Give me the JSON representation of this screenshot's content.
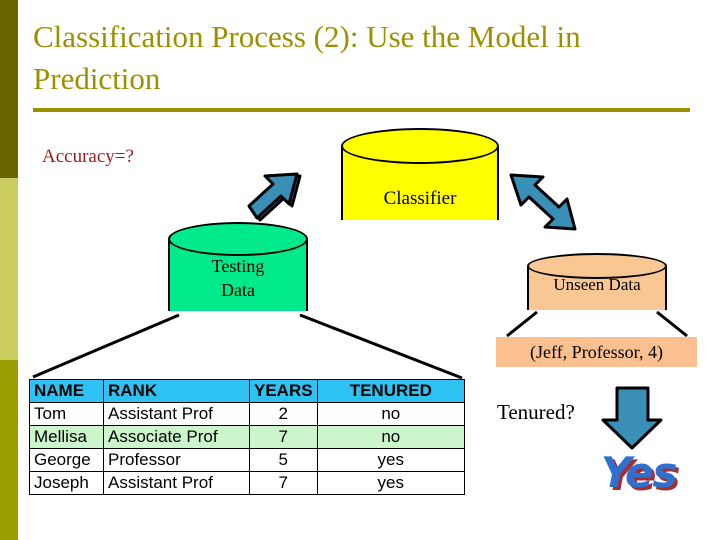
{
  "slide": {
    "title": "Classification Process (2): Use the Model in Prediction",
    "accuracy_label": "Accuracy=?",
    "tenured_question": "Tenured?",
    "answer_wordart": "Yes",
    "tuple_box": "(Jeff, Professor, 4)"
  },
  "shapes": {
    "classifier": {
      "label": "Classifier",
      "color": "#ffff00"
    },
    "testing_data": {
      "label_line1": "Testing",
      "label_line2": "Data",
      "color": "#00e98b"
    },
    "unseen_data": {
      "label": "Unseen Data",
      "color": "#f9c794"
    },
    "arrow_color": "#3a8fb7",
    "down_arrow_color": "#3a8fb7"
  },
  "colors": {
    "title_olive": "#9a9100",
    "accuracy_red": "#9e1b1b",
    "sidebar_dark": "#6b6200",
    "sidebar_light": "#cbcc5f",
    "sidebar_olive": "#9a9c00",
    "table_header_cyan": "#2ec2f3",
    "table_highlight_green": "#ccf5cc",
    "tuple_box_peach": "#fac08f",
    "yes_blue": "#2f6fd0",
    "yes_shadow_red": "#a23030"
  },
  "table": {
    "columns": [
      "NAME",
      "RANK",
      "YEARS",
      "TENURED"
    ],
    "rows": [
      {
        "name": "Tom",
        "rank": "Assistant Prof",
        "years": "2",
        "tenured": "no",
        "highlight": false
      },
      {
        "name": "Mellisa",
        "rank": "Associate Prof",
        "years": "7",
        "tenured": "no",
        "highlight": true
      },
      {
        "name": "George",
        "rank": "Professor",
        "years": "5",
        "tenured": "yes",
        "highlight": false
      },
      {
        "name": "Joseph",
        "rank": "Assistant Prof",
        "years": "7",
        "tenured": "yes",
        "highlight": false
      }
    ]
  }
}
